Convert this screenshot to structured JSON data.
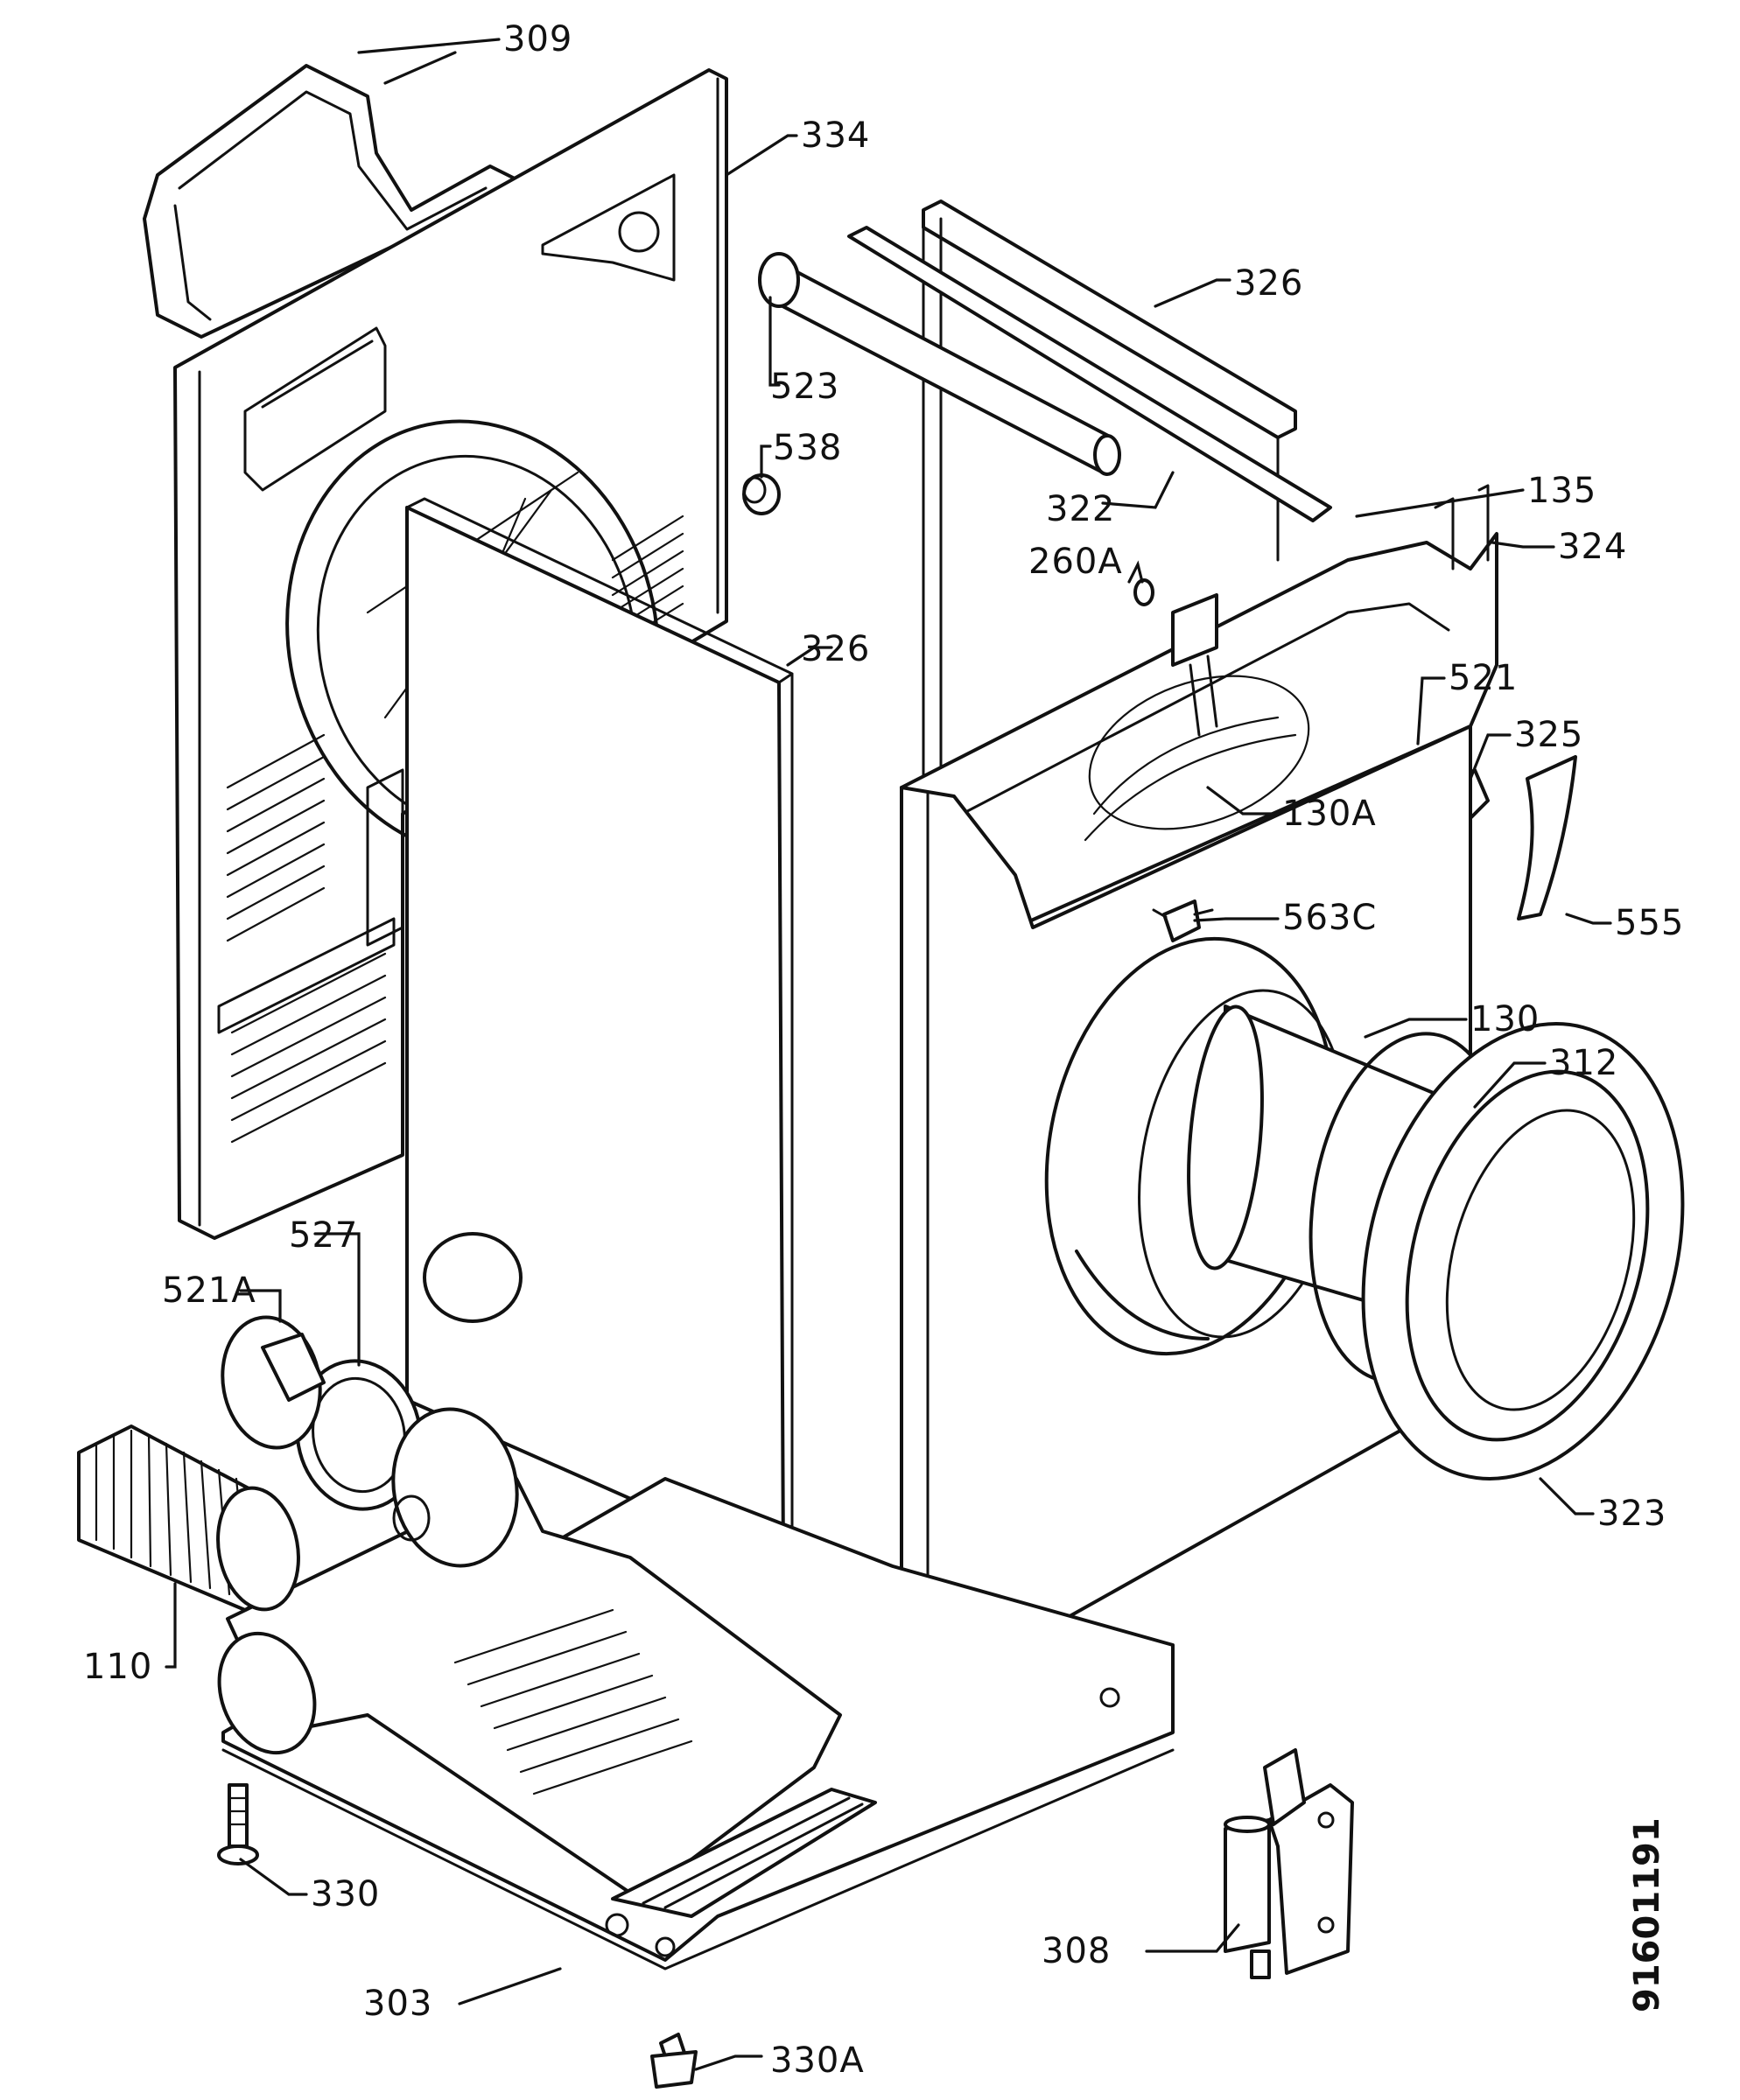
{
  "drawing_number": "91601191",
  "parts": [
    {
      "number": "309"
    },
    {
      "number": "334"
    },
    {
      "number": "326"
    },
    {
      "number": "523"
    },
    {
      "number": "538"
    },
    {
      "number": "322"
    },
    {
      "number": "135"
    },
    {
      "number": "260A"
    },
    {
      "number": "324"
    },
    {
      "number": "326"
    },
    {
      "number": "521"
    },
    {
      "number": "325"
    },
    {
      "number": "130A"
    },
    {
      "number": "555"
    },
    {
      "number": "563C"
    },
    {
      "number": "130"
    },
    {
      "number": "312"
    },
    {
      "number": "323"
    },
    {
      "number": "527"
    },
    {
      "number": "521A"
    },
    {
      "number": "110"
    },
    {
      "number": "330"
    },
    {
      "number": "303"
    },
    {
      "number": "330A"
    },
    {
      "number": "308"
    }
  ]
}
